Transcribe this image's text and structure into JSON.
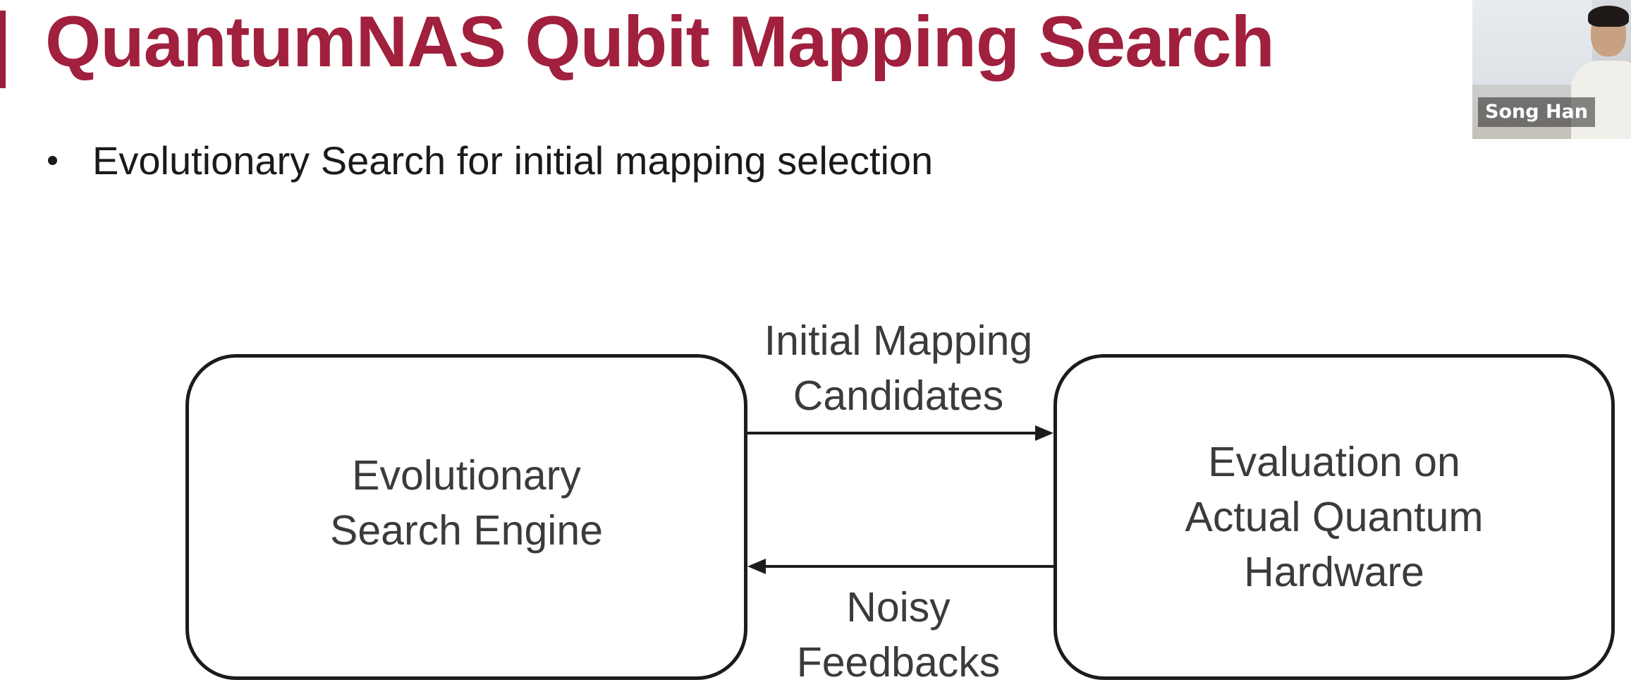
{
  "slide": {
    "title": "QuantumNAS Qubit Mapping Search",
    "bullets": [
      "Evolutionary Search for initial mapping selection"
    ]
  },
  "diagram": {
    "left_box": "Evolutionary\nSearch Engine",
    "right_box": "Evaluation on\nActual Quantum\nHardware",
    "forward_edge_label": "Initial Mapping\nCandidates",
    "backward_edge_label": "Noisy\nFeedbacks"
  },
  "video": {
    "speaker_name": "Song Han"
  },
  "colors": {
    "title": "#a0203d",
    "accent": "#9c1f3a",
    "box_border": "#1c1c1c",
    "diagram_text": "#3b3b3b"
  }
}
